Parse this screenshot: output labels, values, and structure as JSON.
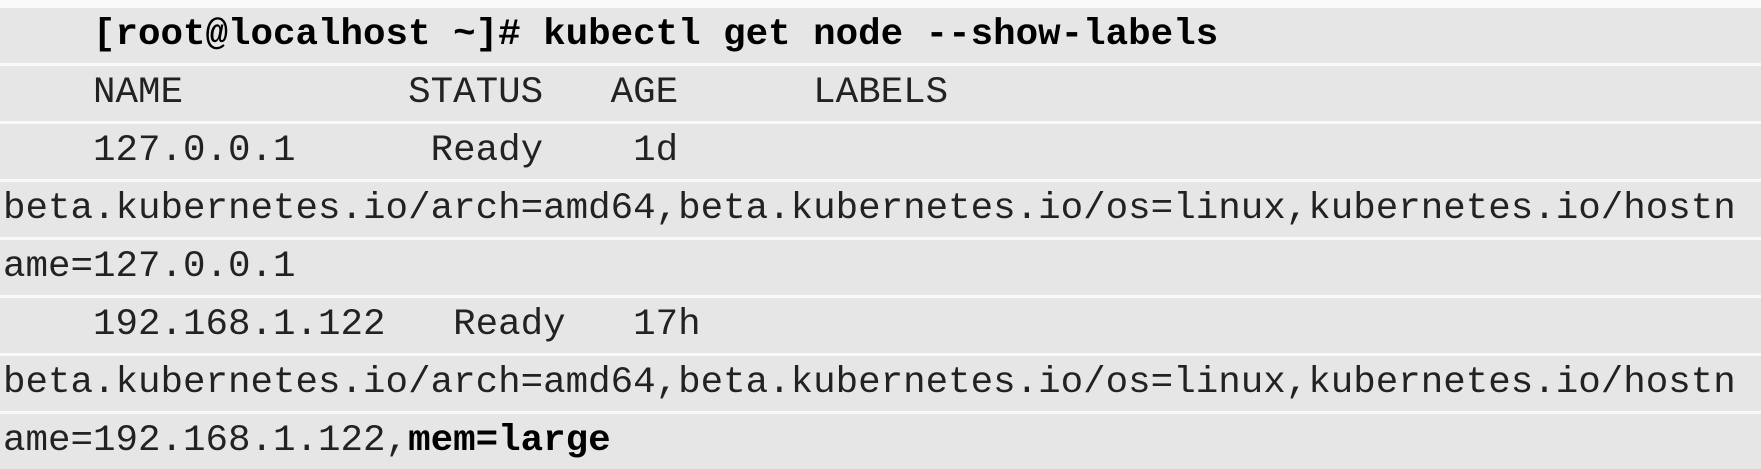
{
  "colors": {
    "page_background": "#f9f9f9",
    "line_background": "#e6e6e6",
    "text": "#222222",
    "bold_text": "#000000"
  },
  "terminal": {
    "prompt": "[root@localhost ~]#",
    "command": "kubectl get node --show-labels",
    "display_lines": [
      {
        "segments": [
          {
            "text": "    [root@localhost ~]# kubectl get node --show-labels",
            "bold": true
          }
        ]
      },
      {
        "segments": [
          {
            "text": "    NAME          STATUS   AGE      LABELS",
            "bold": false
          }
        ]
      },
      {
        "segments": [
          {
            "text": "    127.0.0.1      Ready    1d",
            "bold": false
          }
        ]
      },
      {
        "segments": [
          {
            "text": "beta.kubernetes.io/arch=amd64,beta.kubernetes.io/os=linux,kubernetes.io/hostn",
            "bold": false
          }
        ]
      },
      {
        "segments": [
          {
            "text": "ame=127.0.0.1",
            "bold": false
          }
        ]
      },
      {
        "segments": [
          {
            "text": "    192.168.1.122   Ready   17h",
            "bold": false
          }
        ]
      },
      {
        "segments": [
          {
            "text": "beta.kubernetes.io/arch=amd64,beta.kubernetes.io/os=linux,kubernetes.io/hostn",
            "bold": false
          }
        ]
      },
      {
        "segments": [
          {
            "text": "ame=192.168.1.122,",
            "bold": false
          },
          {
            "text": "mem=large",
            "bold": true
          }
        ]
      }
    ],
    "table": {
      "headers": [
        "NAME",
        "STATUS",
        "AGE",
        "LABELS"
      ],
      "rows": [
        {
          "name": "127.0.0.1",
          "status": "Ready",
          "age": "1d",
          "labels": "beta.kubernetes.io/arch=amd64,beta.kubernetes.io/os=linux,kubernetes.io/hostname=127.0.0.1"
        },
        {
          "name": "192.168.1.122",
          "status": "Ready",
          "age": "17h",
          "labels": "beta.kubernetes.io/arch=amd64,beta.kubernetes.io/os=linux,kubernetes.io/hostname=192.168.1.122,mem=large"
        }
      ]
    }
  }
}
